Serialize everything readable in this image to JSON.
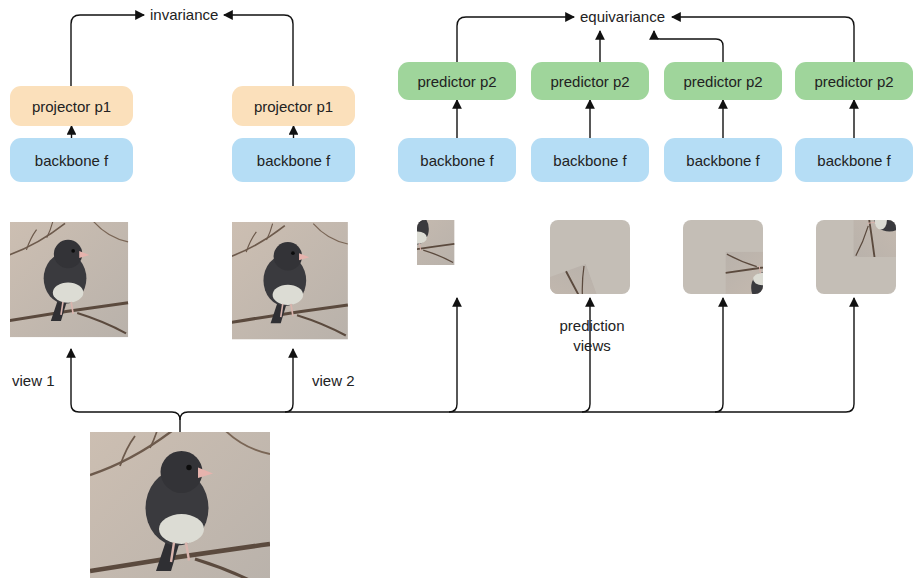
{
  "diagram": {
    "nodes": [
      {
        "text": [
          "projector p1"
        ]
      },
      {
        "text": [
          "projector p1"
        ]
      },
      {
        "text": [
          "predictor p2"
        ]
      },
      {
        "text": [
          "predictor p2"
        ]
      },
      {
        "text": [
          "predictor p2"
        ]
      },
      {
        "text": [
          "predictor p2"
        ]
      },
      {
        "text": [
          "backbone f"
        ]
      },
      {
        "text": [
          "backbone f"
        ]
      },
      {
        "text": [
          "backbone f"
        ]
      },
      {
        "text": [
          "backbone f"
        ]
      },
      {
        "text": [
          "backbone f"
        ]
      },
      {
        "text": [
          "backbone f"
        ]
      }
    ],
    "edges": [
      {
        "from": 6,
        "to": 0,
        "arrow": "to"
      },
      {
        "from": 7,
        "to": 1,
        "arrow": "to"
      },
      {
        "from": 8,
        "to": 2,
        "arrow": "to"
      },
      {
        "from": 9,
        "to": 3,
        "arrow": "to"
      },
      {
        "from": 10,
        "to": 4,
        "arrow": "to"
      },
      {
        "from": 11,
        "to": 5,
        "arrow": "to"
      }
    ],
    "labels": [
      "invariance",
      "equivariance",
      "view 1",
      "view 2",
      "prediction views"
    ]
  }
}
